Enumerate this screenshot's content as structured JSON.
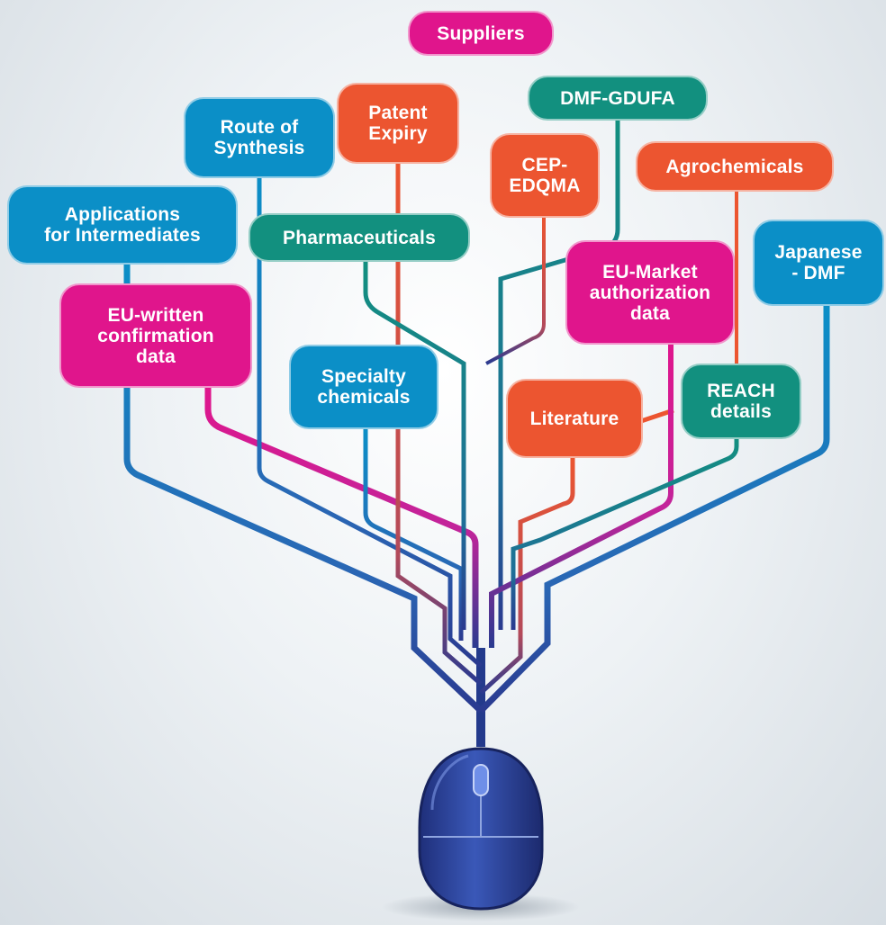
{
  "colors": {
    "blue": "#0b8fc7",
    "magenta": "#e0158c",
    "orange": "#ec5530",
    "teal": "#12907f",
    "navy": "#233a8c"
  },
  "nodes": {
    "suppliers": "Suppliers",
    "dmf_gdufa": "DMF-GDUFA",
    "patent_expiry": "Patent\nExpiry",
    "route_of_synthesis": "Route of\nSynthesis",
    "cep_edqma": "CEP-\nEDQMA",
    "agrochemicals": "Agrochemicals",
    "applications_for_intermediates": "Applications\nfor Intermediates",
    "pharmaceuticals": "Pharmaceuticals",
    "japanese_dmf": "Japanese\n- DMF",
    "eu_market_authorization": "EU-Market\nauthorization\ndata",
    "eu_written_confirmation": "EU-written\nconfirmation\ndata",
    "specialty_chemicals": "Specialty\nchemicals",
    "reach_details": "REACH\ndetails",
    "literature": "Literature"
  },
  "central_device": "computer-mouse"
}
